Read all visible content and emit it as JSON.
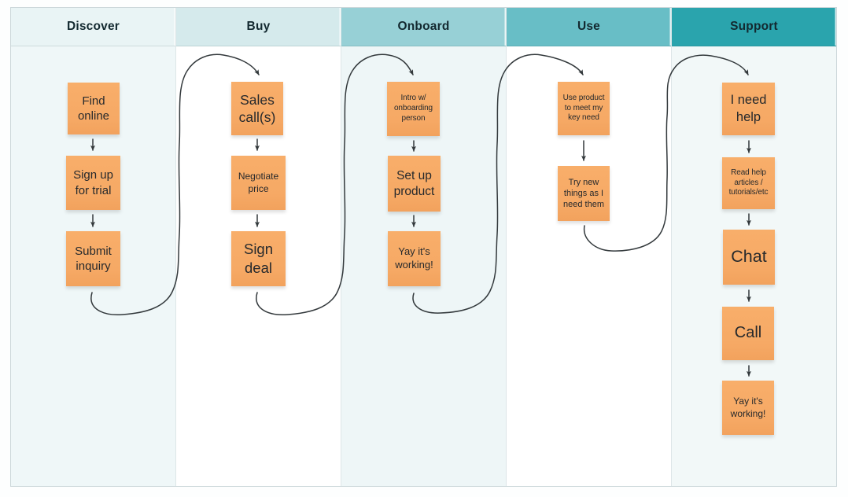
{
  "palette": {
    "header_colors": [
      "#e9f4f5",
      "#d5eaec",
      "#97d0d6",
      "#68bec6",
      "#2aa4ad"
    ],
    "column_tints": [
      "#eff7f8",
      "#ffffff",
      "#eef6f7",
      "#ffffff",
      "#f2f8f8"
    ],
    "sticky_note": "#f7a964",
    "note_text": "#26292c",
    "connector": "#33393c",
    "header_text": "#132930"
  },
  "columns": [
    {
      "label": "Discover",
      "notes": [
        "Find online",
        "Sign up for trial",
        "Submit inquiry"
      ]
    },
    {
      "label": "Buy",
      "notes": [
        "Sales call(s)",
        "Negotiate price",
        "Sign deal"
      ]
    },
    {
      "label": "Onboard",
      "notes": [
        "Intro w/ onboarding person",
        "Set up product",
        "Yay it's working!"
      ]
    },
    {
      "label": "Use",
      "notes": [
        "Use product to meet my key need",
        "Try new things as I need them"
      ]
    },
    {
      "label": "Support",
      "notes": [
        "I need help",
        "Read help articles / tutorials/etc",
        "Chat",
        "Call",
        "Yay it's working!"
      ]
    }
  ],
  "connections": [
    {
      "from": "Submit inquiry",
      "to": "Sales call(s)"
    },
    {
      "from": "Sign deal",
      "to": "Intro w/ onboarding person"
    },
    {
      "from": "Yay it's working!",
      "to": "Use product to meet my key need"
    },
    {
      "from": "Try new things as I need them",
      "to": "I need help"
    }
  ]
}
